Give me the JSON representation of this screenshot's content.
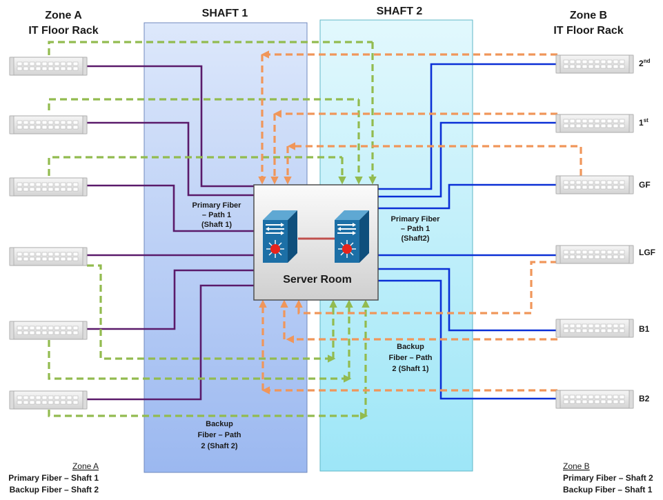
{
  "headers": {
    "zone_a_line1": "Zone A",
    "zone_a_line2": "IT Floor Rack",
    "shaft1": "SHAFT 1",
    "shaft2": "SHAFT 2",
    "zone_b_line1": "Zone B",
    "zone_b_line2": "IT Floor Rack"
  },
  "floors": [
    {
      "base": "2",
      "sup": "nd"
    },
    {
      "base": "1",
      "sup": "st"
    },
    {
      "base": "GF",
      "sup": ""
    },
    {
      "base": "LGF",
      "sup": ""
    },
    {
      "base": "B1",
      "sup": ""
    },
    {
      "base": "B2",
      "sup": ""
    }
  ],
  "server_room": {
    "label": "Server Room"
  },
  "path_labels": {
    "primary_shaft1": [
      "Primary Fiber",
      "– Path 1",
      "(Shaft 1)"
    ],
    "primary_shaft2": [
      "Primary Fiber",
      "– Path 1",
      "(Shaft2)"
    ],
    "backup_shaft1": [
      "Backup",
      "Fiber – Path",
      "2 (Shaft 1)"
    ],
    "backup_shaft2": [
      "Backup",
      "Fiber – Path",
      "2 (Shaft 2)"
    ]
  },
  "legend_a": {
    "title": "Zone A",
    "line1": "Primary Fiber – Shaft 1",
    "line2": "Backup Fiber – Shaft 2"
  },
  "legend_b": {
    "title": "Zone B",
    "line1": "Primary Fiber – Shaft 2",
    "line2": "Backup Fiber – Shaft 1"
  },
  "colors": {
    "zone_a_primary": "#5a1a6a",
    "zone_b_primary": "#0a2fd6",
    "zone_a_backup": "#92bb4f",
    "zone_b_backup": "#f0965a",
    "shaft1_fill": "#a9c3f2",
    "shaft2_fill": "#a6e8f6",
    "uplink": "#c0504d",
    "switch_body": "#1c6fa6"
  },
  "icons": [
    "rack-unit-icon",
    "network-switch-icon"
  ]
}
